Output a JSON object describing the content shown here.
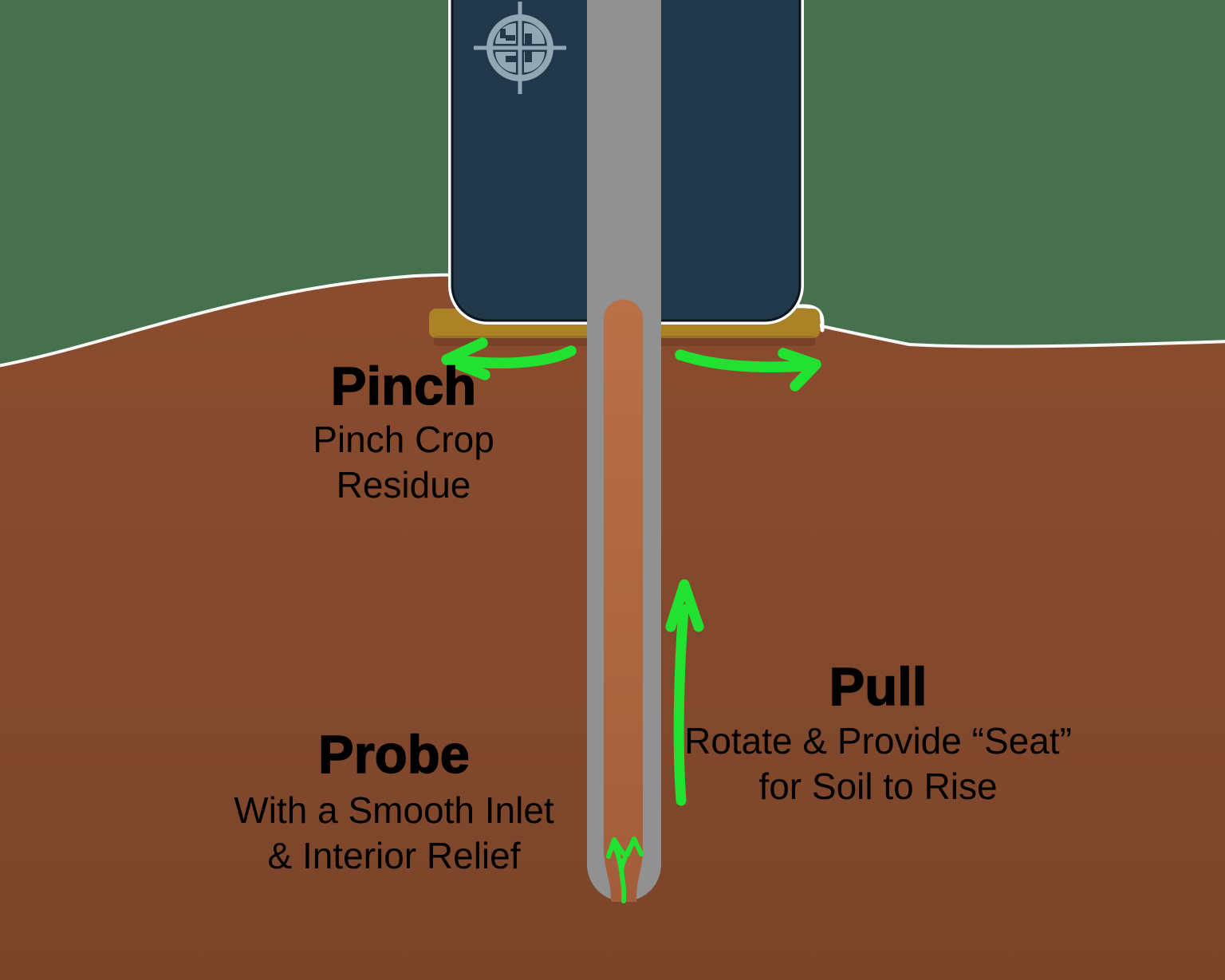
{
  "diagram_title": "Soil probe action diagram",
  "colors": {
    "sky_green": "#47704E",
    "soil_brown": "#8A4C2F",
    "soil_brown_deep": "#7B452A",
    "device_navy": "#21384A",
    "device_outline_black": "#0B161E",
    "halo_white": "#FFFFFF",
    "tube_gray": "#919191",
    "core_orange": "#B96F47",
    "core_orange_deep": "#A25E3A",
    "seat_gold": "#AB8226",
    "arrow_green": "#22E231",
    "logo_slate": "#93A6B3",
    "text_black": "#000000"
  },
  "annotations": {
    "pinch": {
      "title": "Pinch",
      "line1": "Pinch Crop",
      "line2": "Residue"
    },
    "probe": {
      "title": "Probe",
      "line1": "With a Smooth Inlet",
      "line2": "& Interior Relief"
    },
    "pull": {
      "title": "Pull",
      "line1": "Rotate & Provide “Seat”",
      "line2": "for Soil to Rise"
    }
  },
  "icons": {
    "logo": "crosshair-quadrant-logo",
    "arrow_pinch_left": "curved-left-arrow",
    "arrow_pinch_right": "curved-right-arrow",
    "arrow_pull_up": "long-up-arrow",
    "arrow_inlet_fork": "forked-up-arrow"
  }
}
